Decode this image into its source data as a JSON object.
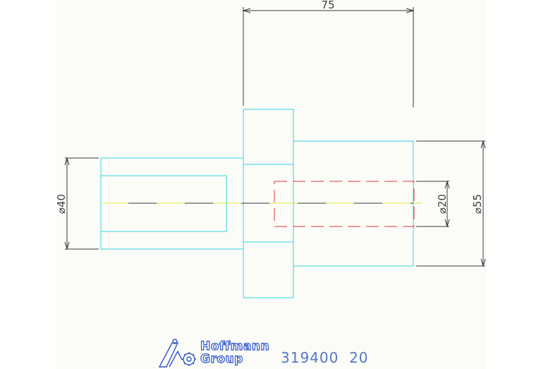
{
  "drawing": {
    "dimension_overall_length": "75",
    "dimension_left_diameter": "⌀40",
    "dimension_bore_diameter": "⌀20",
    "dimension_right_diameter": "⌀55"
  },
  "colors": {
    "outline": "#33d7e6",
    "centerline": "#e8e83a",
    "hidden_bore": "#e03a3a",
    "dimension": "#3a3a3a",
    "brand": "#2f55c8"
  },
  "brand": {
    "name_line1": "Hoffmann",
    "name_line2": "Group",
    "part_number": "319400  20"
  }
}
